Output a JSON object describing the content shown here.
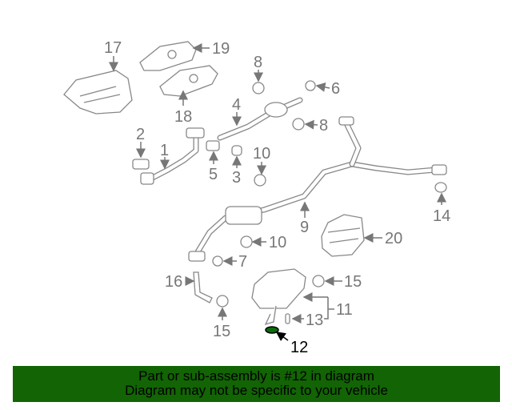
{
  "diagram": {
    "callouts": [
      "1",
      "2",
      "3",
      "4",
      "5",
      "6",
      "7",
      "8",
      "8",
      "9",
      "10",
      "10",
      "11",
      "12",
      "13",
      "14",
      "15",
      "15",
      "16",
      "17",
      "18",
      "19",
      "20"
    ],
    "highlighted_part": "12",
    "highlight_color": "#0a6b0a"
  },
  "banner": {
    "line1": "Part or sub-assembly is #12 in diagram",
    "line2": "Diagram may not be specific to your vehicle",
    "background": "#126404"
  }
}
